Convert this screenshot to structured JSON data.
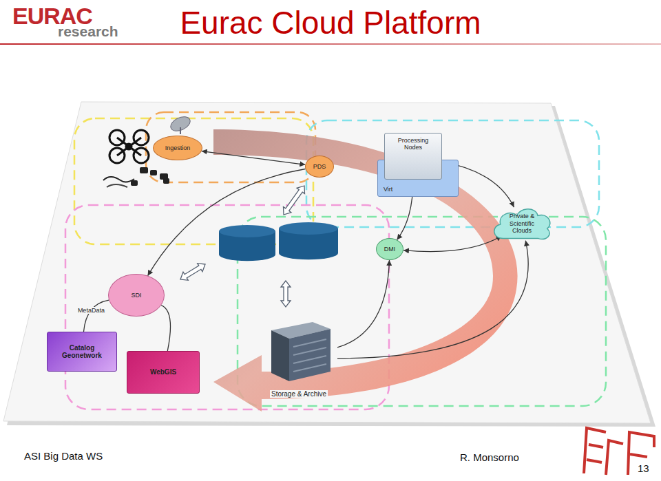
{
  "diagram": {
    "title": "Eurac Cloud Platform",
    "nodes": [
      {
        "text": [
          "Ingestion"
        ]
      },
      {
        "text": [
          "PDS"
        ]
      },
      {
        "text": [
          "Processing Nodes"
        ]
      },
      {
        "text": [
          "Virt"
        ]
      },
      {
        "text": [
          "Private & Scientific Clouds"
        ]
      },
      {
        "text": [
          "DMI"
        ]
      },
      {
        "text": [
          "SDI"
        ]
      },
      {
        "text": [
          "Catalog Geonetwork"
        ]
      },
      {
        "text": [
          "WebGIS"
        ]
      },
      {
        "text": [
          "Storage & Archive"
        ]
      }
    ],
    "edges": [
      {
        "from": 0,
        "to": 1,
        "arrow": "both"
      },
      {
        "from": 1,
        "to": 6,
        "arrow": "to"
      },
      {
        "from": 5,
        "to": 2,
        "arrow": "both"
      },
      {
        "from": 5,
        "to": 4,
        "arrow": "both"
      },
      {
        "from": 2,
        "to": 4,
        "arrow": "both"
      },
      {
        "from": 9,
        "to": 5,
        "arrow": "to"
      },
      {
        "from": 9,
        "to": 4,
        "arrow": "to"
      },
      {
        "from": 6,
        "to": 7,
        "label": "MetaData",
        "arrow": "none"
      },
      {
        "from": 6,
        "to": 8,
        "arrow": "none"
      }
    ],
    "labels": [
      "EURAC",
      "research",
      "ASI Big Data WS",
      "R. Monsorno",
      "13"
    ]
  }
}
